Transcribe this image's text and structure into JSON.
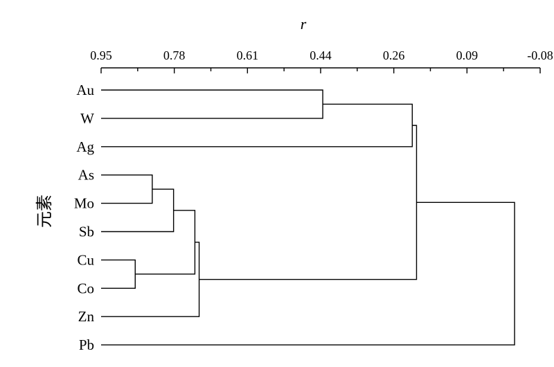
{
  "chart_data": {
    "type": "dendrogram",
    "xlabel": "r",
    "ylabel": "元素",
    "xlim": [
      0.95,
      -0.08
    ],
    "ticks": [
      "0.95",
      "0.78",
      "0.61",
      "0.44",
      "0.26",
      "0.09",
      "-0.08"
    ],
    "leaves": [
      "Au",
      "W",
      "Ag",
      "As",
      "Mo",
      "Sb",
      "Cu",
      "Co",
      "Zn",
      "Pb"
    ],
    "merges": [
      {
        "id": "c1",
        "children": [
          "Cu",
          "Co"
        ],
        "r": 0.87
      },
      {
        "id": "c2",
        "children": [
          "As",
          "Mo"
        ],
        "r": 0.83
      },
      {
        "id": "c3",
        "children": [
          "c2",
          "Sb"
        ],
        "r": 0.78
      },
      {
        "id": "c4",
        "children": [
          "c3",
          "c1"
        ],
        "r": 0.73
      },
      {
        "id": "c5",
        "children": [
          "c4",
          "Zn"
        ],
        "r": 0.72
      },
      {
        "id": "c6",
        "children": [
          "Au",
          "W"
        ],
        "r": 0.43
      },
      {
        "id": "c7",
        "children": [
          "c6",
          "Ag"
        ],
        "r": 0.22
      },
      {
        "id": "c8",
        "children": [
          "c7",
          "c5"
        ],
        "r": 0.21
      },
      {
        "id": "c9",
        "children": [
          "c8",
          "Pb"
        ],
        "r": -0.02
      }
    ]
  }
}
